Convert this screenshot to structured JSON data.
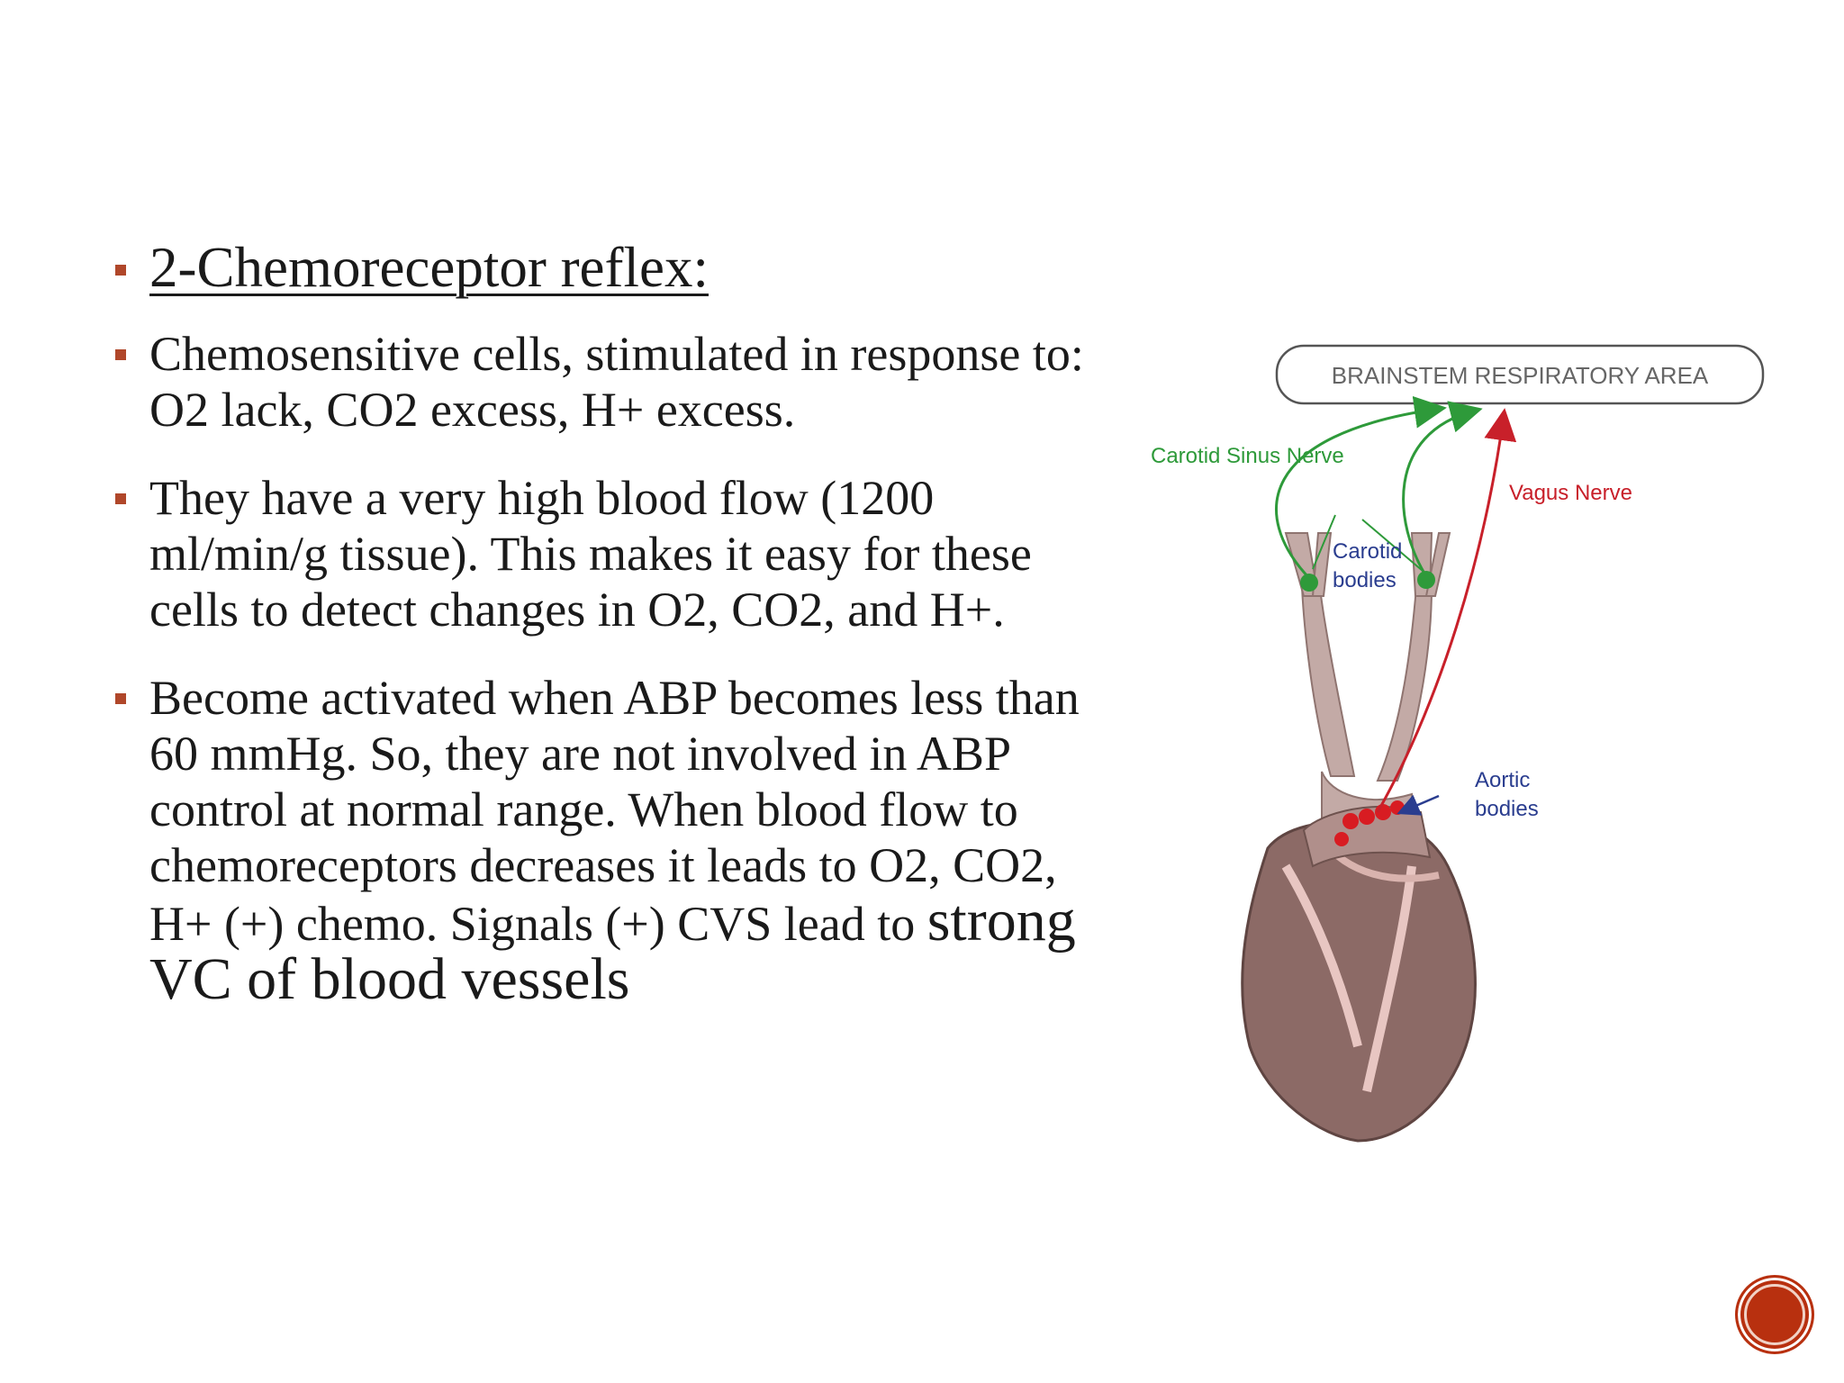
{
  "slide": {
    "heading": "2-Chemoreceptor reflex:",
    "bullets": [
      {
        "text": "Chemosensitive cells, stimulated in response to: O2 lack, CO2 excess, H+ excess."
      },
      {
        "text": "They have a very high blood flow (1200 ml/min/g tissue). This makes it easy for these cells to detect changes in O2, CO2, and H+."
      },
      {
        "text": "Become activated when ABP becomes less than 60 mmHg. So, they are not involved in ABP control at normal range. When blood flow to chemoreceptors decreases it leads to O2, CO2, H+ (+) chemo. Signals (+) CVS  lead to",
        "emphasis": "strong VC of blood vessels"
      }
    ]
  },
  "figure": {
    "box_label": "BRAINSTEM RESPIRATORY AREA",
    "carotid_sinus_nerve": "Carotid Sinus Nerve",
    "vagus_nerve": "Vagus Nerve",
    "carotid_bodies": [
      "Carotid",
      "bodies"
    ],
    "aortic_bodies": [
      "Aortic",
      "bodies"
    ],
    "colors": {
      "nerve_green": "#2e9a3a",
      "vagus_red": "#c8202a",
      "label_blue": "#2a3d8f",
      "accent": "#b0472a"
    }
  },
  "controls": {
    "nav": "next-slide-button"
  }
}
